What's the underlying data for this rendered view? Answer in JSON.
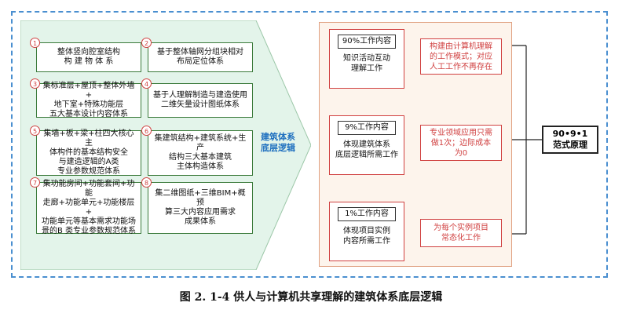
{
  "left_cards": [
    {
      "num": "1",
      "text": "整体竖向腔室结构\n构 建 物 体 系"
    },
    {
      "num": "2",
      "text": "基于整体轴网分组块相对\n布局定位体系"
    },
    {
      "num": "3",
      "text": "集标准层+屋顶+整体外墙+\n地下室+特殊功能层\n五大基本设计内容体系"
    },
    {
      "num": "4",
      "text": "基于人理解制造与建造使用\n二维矢量设计图纸体系"
    },
    {
      "num": "5",
      "text": "集墙+板+梁+柱四大核心主\n体构件的基本结构安全\n与建造逻辑的A类\n专业参数规范体系"
    },
    {
      "num": "6",
      "text": "集建筑结构+建筑系统+生产\n结构三大基本建筑\n主体构造体系"
    },
    {
      "num": "7",
      "text": "集功能房间+功能套间+功能\n走廊+功能单元+功能楼层+\n功能单元等基本需求功能场\n景的B 类专业参数规范体系"
    },
    {
      "num": "8",
      "text": "集二维图纸+三维BIM+概预\n算三大内容应用需求\n成果体系"
    }
  ],
  "mid_label": "建筑体系\n底层逻辑",
  "work_boxes": [
    {
      "title": "90%工作内容",
      "body": "知识活动互动\n理解工作",
      "note": "构建由计算机理解\n的工作模式；对应\n人工工作不再存在"
    },
    {
      "title": "9%工作内容",
      "body": "体现建筑体系\n底层逻辑所需工作",
      "note": "专业领域应用只需\n做1次；边际成本\n为0"
    },
    {
      "title": "1%工作内容",
      "body": "体现项目实例\n内容所需工作",
      "note": "为每个实例项目\n常态化工作"
    }
  ],
  "principle": "90•9•1\n范式原理",
  "caption": "图 2. 1-4   供人与计算机共享理解的建筑体系底层逻辑",
  "colors": {
    "panel_green": "#e3f4ea",
    "accent_red": "#d04040",
    "accent_blue": "#1e6fbf"
  }
}
